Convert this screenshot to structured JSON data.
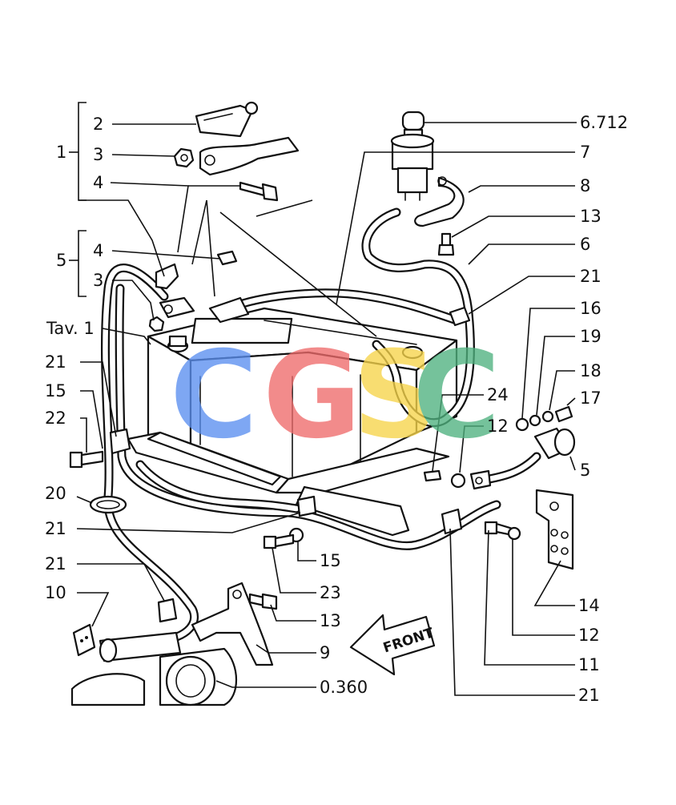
{
  "diagram": {
    "labels": [
      {
        "id": "l-1",
        "text": "1"
      },
      {
        "id": "l-2",
        "text": "2"
      },
      {
        "id": "l-3a",
        "text": "3"
      },
      {
        "id": "l-4a",
        "text": "4"
      },
      {
        "id": "l-5a",
        "text": "5"
      },
      {
        "id": "l-4b",
        "text": "4"
      },
      {
        "id": "l-3b",
        "text": "3"
      },
      {
        "id": "l-tav",
        "text": "Tav. 1"
      },
      {
        "id": "l-21a",
        "text": "21"
      },
      {
        "id": "l-15a",
        "text": "15"
      },
      {
        "id": "l-22",
        "text": "22"
      },
      {
        "id": "l-20",
        "text": "20"
      },
      {
        "id": "l-21b",
        "text": "21"
      },
      {
        "id": "l-21c",
        "text": "21"
      },
      {
        "id": "l-10",
        "text": "10"
      },
      {
        "id": "l-6712",
        "text": "6.712"
      },
      {
        "id": "l-7",
        "text": "7"
      },
      {
        "id": "l-8",
        "text": "8"
      },
      {
        "id": "l-13a",
        "text": "13"
      },
      {
        "id": "l-6",
        "text": "6"
      },
      {
        "id": "l-21d",
        "text": "21"
      },
      {
        "id": "l-16",
        "text": "16"
      },
      {
        "id": "l-19",
        "text": "19"
      },
      {
        "id": "l-18",
        "text": "18"
      },
      {
        "id": "l-17",
        "text": "17"
      },
      {
        "id": "l-24",
        "text": "24"
      },
      {
        "id": "l-12a",
        "text": "12"
      },
      {
        "id": "l-5b",
        "text": "5"
      },
      {
        "id": "l-15b",
        "text": "15"
      },
      {
        "id": "l-23",
        "text": "23"
      },
      {
        "id": "l-13b",
        "text": "13"
      },
      {
        "id": "l-9",
        "text": "9"
      },
      {
        "id": "l-0360",
        "text": "0.360"
      },
      {
        "id": "l-14",
        "text": "14"
      },
      {
        "id": "l-12b",
        "text": "12"
      },
      {
        "id": "l-11",
        "text": "11"
      },
      {
        "id": "l-21e",
        "text": "21"
      }
    ],
    "front_arrow_text": "FRONT",
    "watermark": {
      "text": "CGSC",
      "letters": [
        {
          "char": "C",
          "color": "#5b8ff0"
        },
        {
          "char": "G",
          "color": "#ef6b6b"
        },
        {
          "char": "S",
          "color": "#f7d44a"
        },
        {
          "char": "C",
          "color": "#4fb27f"
        }
      ]
    }
  }
}
